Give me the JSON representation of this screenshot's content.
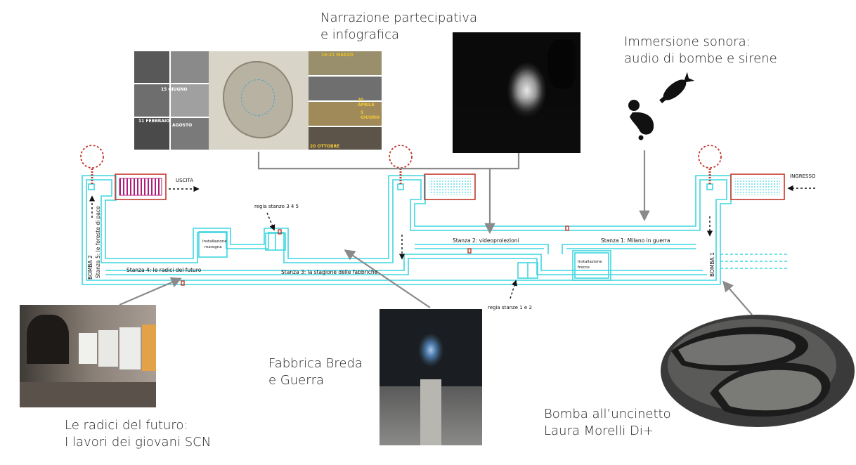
{
  "captions": {
    "narrazione": [
      "Narrazione partecipativa",
      "e infografica"
    ],
    "immersione": [
      "Immersione sonora:",
      "audio di bombe e sirene"
    ],
    "fabbrica": [
      "Fabbrica Breda",
      "e Guerra"
    ],
    "radici": [
      "Le radici del futuro:",
      "I lavori dei giovani SCN"
    ],
    "bomba": [
      "Bomba all’uncinetto",
      "Laura Morelli Di+"
    ]
  },
  "plan": {
    "uscita": "USCITA",
    "ingresso": "INGRESSO",
    "regia_345": "regia stanze 3 4 5",
    "regia_12": "regia stanze 1 e 2",
    "installazione_marogna": [
      "Installazione",
      "marogna"
    ],
    "installazione_frecce": [
      "Installazione",
      "frecce"
    ],
    "stanza1": "Stanza 1: Milano in guerra",
    "stanza2": "Stanza 2: videoproiezioni",
    "stanza3": "Stanza 3: la stagione delle fabbriche",
    "stanza4": "Stanza 4: le radici del futuro",
    "stanza5": "Stanza 5: le foreste di pace",
    "bomba1": "BOMBA 1",
    "bomba2": "BOMBA 2"
  },
  "infographic": {
    "dates_right": [
      "19-21 MARZO",
      "30 APRILE",
      "5 GIUGNO",
      "20 OTTOBRE"
    ],
    "dates_left": [
      "15 GIUGNO",
      "11 FEBBRAIO",
      "AGOSTO"
    ]
  },
  "colors": {
    "corridor": "#3fd6e0",
    "accent_red": "#c0392b",
    "stair_magenta": "#b01c7a",
    "connector_gray": "#8a8a8a"
  }
}
